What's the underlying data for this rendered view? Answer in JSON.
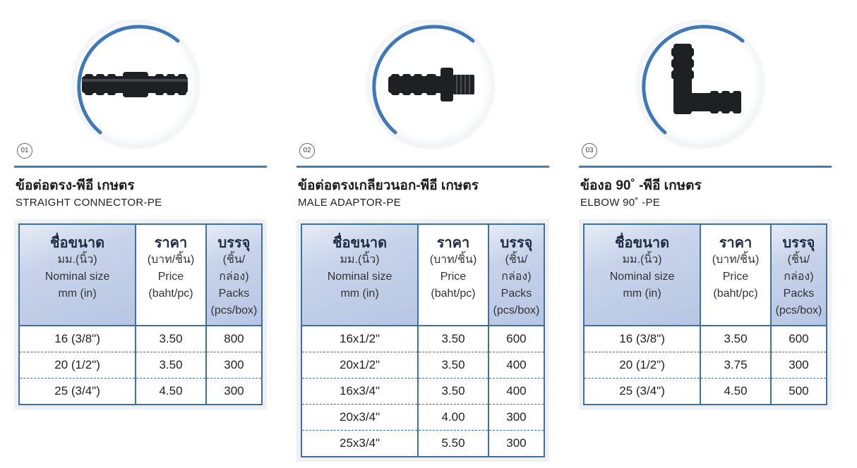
{
  "products": [
    {
      "number": "01",
      "name_th": "ข้อต่อตรง-พีอี เกษตร",
      "name_en": "STRAIGHT CONNECTOR-PE",
      "icon": "straight-connector-icon",
      "headers": {
        "size_th": "ชื่อขนาด",
        "size_unit": "มม.(นิ้ว)",
        "size_en": "Nominal size",
        "size_en_unit": "mm (in)",
        "price_th": "ราคา",
        "price_unit": "(บาท/ชิ้น)",
        "price_en": "Price",
        "price_en_unit": "(baht/pc)",
        "pack_th": "บรรจุ",
        "pack_unit": "(ชิ้น/กล่อง)",
        "pack_en": "Packs",
        "pack_en_unit": "(pcs/box)"
      },
      "rows": [
        {
          "size": "16 (3/8\")",
          "price": "3.50",
          "pack": "800"
        },
        {
          "size": "20 (1/2\")",
          "price": "3.50",
          "pack": "300"
        },
        {
          "size": "25 (3/4\")",
          "price": "4.50",
          "pack": "300"
        }
      ]
    },
    {
      "number": "02",
      "name_th": "ข้อต่อตรงเกลียวนอก-พีอี เกษตร",
      "name_en": "MALE ADAPTOR-PE",
      "icon": "male-adaptor-icon",
      "headers": {
        "size_th": "ชื่อขนาด",
        "size_unit": "มม.(นิ้ว)",
        "size_en": "Nominal size",
        "size_en_unit": "mm (in)",
        "price_th": "ราคา",
        "price_unit": "(บาท/ชิ้น)",
        "price_en": "Price",
        "price_en_unit": "(baht/pc)",
        "pack_th": "บรรจุ",
        "pack_unit": "(ชิ้น/กล่อง)",
        "pack_en": "Packs",
        "pack_en_unit": "(pcs/box)"
      },
      "rows": [
        {
          "size": "16x1/2\"",
          "price": "3.50",
          "pack": "600"
        },
        {
          "size": "20x1/2\"",
          "price": "3.50",
          "pack": "400"
        },
        {
          "size": "16x3/4\"",
          "price": "3.50",
          "pack": "400"
        },
        {
          "size": "20x3/4\"",
          "price": "4.00",
          "pack": "300"
        },
        {
          "size": "25x3/4\"",
          "price": "5.50",
          "pack": "300"
        }
      ]
    },
    {
      "number": "03",
      "name_th": "ข้องอ 90˚ -พีอี เกษตร",
      "name_en": "ELBOW 90˚ -PE",
      "icon": "elbow-icon",
      "headers": {
        "size_th": "ชื่อขนาด",
        "size_unit": "มม.(นิ้ว)",
        "size_en": "Nominal size",
        "size_en_unit": "mm (in)",
        "price_th": "ราคา",
        "price_unit": "(บาท/ชิ้น)",
        "price_en": "Price",
        "price_en_unit": "(baht/pc)",
        "pack_th": "บรรจุ",
        "pack_unit": "(ชิ้น/กล่อง)",
        "pack_en": "Packs",
        "pack_en_unit": "(pcs/box)"
      },
      "rows": [
        {
          "size": "16 (3/8\")",
          "price": "3.50",
          "pack": "600"
        },
        {
          "size": "20 (1/2\")",
          "price": "3.75",
          "pack": "300"
        },
        {
          "size": "25 (3/4\")",
          "price": "4.50",
          "pack": "500"
        }
      ]
    }
  ],
  "colors": {
    "accent": "#4a7bb0",
    "table_border": "#3f6fa5",
    "header_shade": "#b7c6e3",
    "fitting": "#1e2024"
  }
}
